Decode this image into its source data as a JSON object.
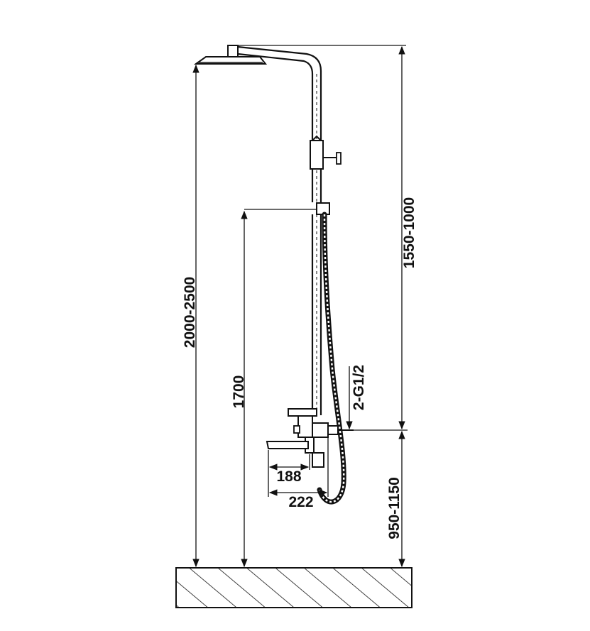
{
  "dimensions": {
    "total_height": "2000-2500",
    "handshower_height": "1700",
    "column_height": "1550-1000",
    "valve_height": "950-1150",
    "inlet_thread": "2-G1/2",
    "spout_reach": "188",
    "spout_total": "222"
  },
  "colors": {
    "line": "#111111",
    "background": "#ffffff",
    "floor_hatch": "#111111"
  }
}
